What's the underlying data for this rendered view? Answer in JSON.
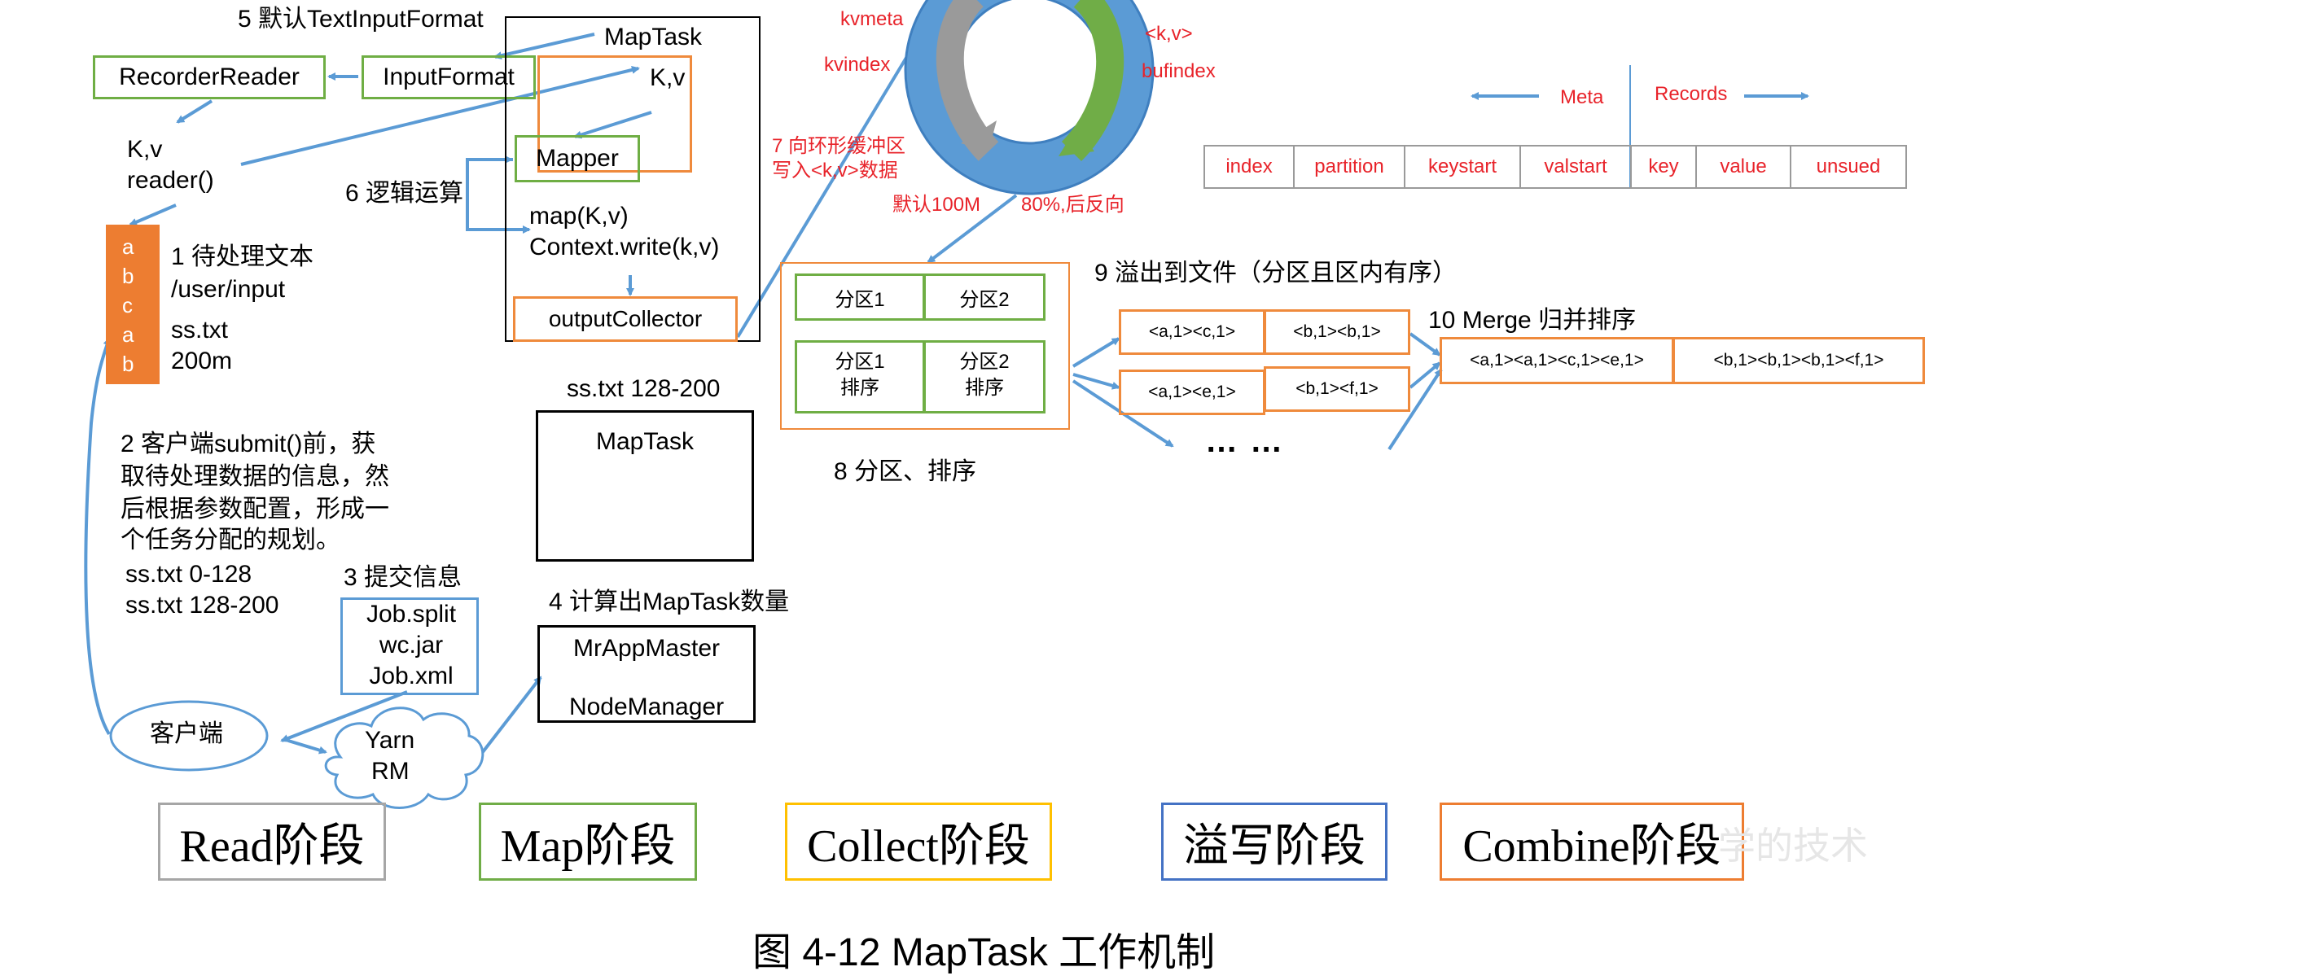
{
  "read_side": {
    "step5": "5 默认TextInputFormat",
    "recorder_reader": "RecorderReader",
    "input_format": "InputFormat",
    "kv_label": "K,v",
    "reader_call": "reader()",
    "step1": "1 待处理文本",
    "input_path": "/user/input",
    "file_name": "ss.txt",
    "file_size": "200m",
    "data_letters": [
      "a",
      "b",
      "c",
      "a",
      "b",
      "…"
    ],
    "step2_lines": [
      "2 客户端submit()前，获",
      "取待处理数据的信息，然",
      "后根据参数配置，形成一",
      "个任务分配的规划。"
    ],
    "splits": [
      "ss.txt  0-128",
      "ss.txt  128-200"
    ],
    "step3": "3 提交信息",
    "job_files": [
      "Job.split",
      "wc.jar",
      "Job.xml"
    ],
    "client": "客户端",
    "yarn_rm": [
      "Yarn",
      "RM"
    ]
  },
  "map_side": {
    "maptask_title": "MapTask",
    "kv_in": "K,v",
    "mapper": "Mapper",
    "step6": "6 逻辑运算",
    "map_call": "map(K,v)",
    "context_write": "Context.write(k,v)",
    "output_collector": "outputCollector",
    "second_split_label": "ss.txt 128-200",
    "second_maptask": "MapTask",
    "step4": "4 计算出MapTask数量",
    "mr_app_master": "MrAppMaster",
    "node_manager": "NodeManager"
  },
  "buffer": {
    "kvmeta": "kvmeta",
    "kvindex": "kvindex",
    "kv_pair": "<k,v>",
    "bufindex": "bufindex",
    "step7_lines": [
      "7 向环形缓冲区",
      "写入<k,v>数据"
    ],
    "default_size": "默认100M",
    "reverse": "80%,后反向",
    "colors": {
      "ring": "#5b9bd5",
      "grey_arrow": "#9a9a9a",
      "green_arrow": "#70ad47"
    }
  },
  "meta_records": {
    "meta": "Meta",
    "records": "Records",
    "cells": [
      "index",
      "partition",
      "keystart",
      "valstart",
      "key",
      "value",
      "unsued"
    ]
  },
  "partition": {
    "p1": "分区1",
    "p2": "分区2",
    "p1_sorted": [
      "分区1",
      "排序"
    ],
    "p2_sorted": [
      "分区2",
      "排序"
    ],
    "step8": "8 分区、排序"
  },
  "spill": {
    "step9": "9 溢出到文件（分区且区内有序）",
    "file1": [
      "<a,1><c,1>",
      "<b,1><b,1>"
    ],
    "file2": [
      "<a,1><e,1>",
      "<b,1><f,1>"
    ],
    "ellipsis": "…  …",
    "step10": "10 Merge 归并排序",
    "merged": [
      "<a,1><a,1><c,1><e,1>",
      "<b,1><b,1><b,1><f,1>"
    ]
  },
  "stages": [
    {
      "label": "Read阶段",
      "color": "#a6a6a6"
    },
    {
      "label": "Map阶段",
      "color": "#70ad47"
    },
    {
      "label": "Collect阶段",
      "color": "#ffc000"
    },
    {
      "label": "溢写阶段",
      "color": "#4472c4"
    },
    {
      "label": "Combine阶段",
      "color": "#ed7d31"
    }
  ],
  "watermark": "学的技术",
  "caption": "图 4-12    MapTask 工作机制"
}
